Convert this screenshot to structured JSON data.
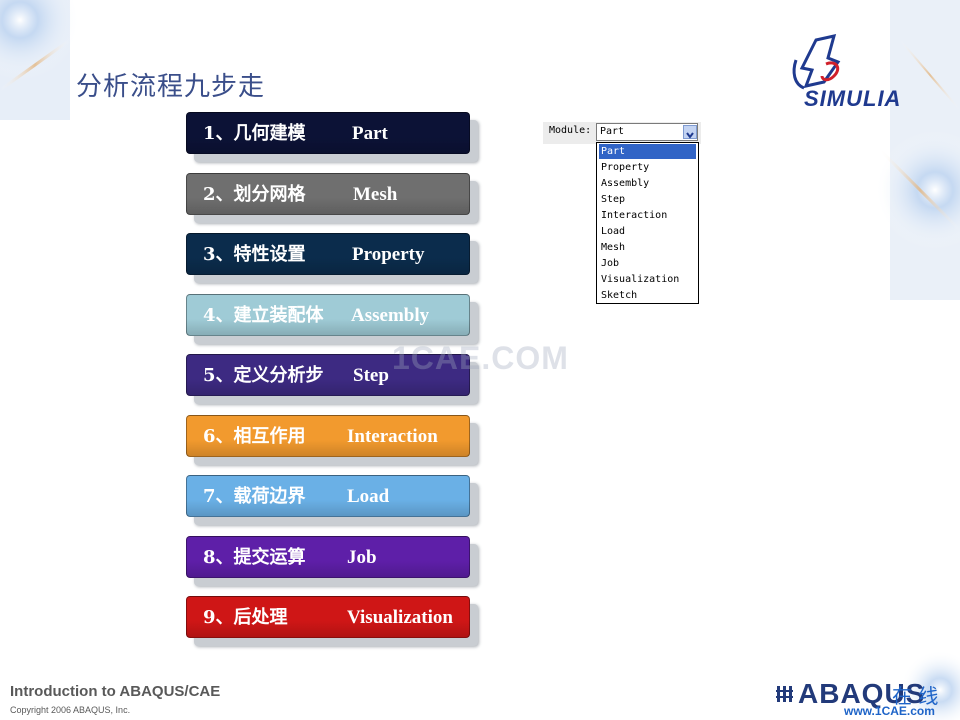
{
  "slide": {
    "title": "分析流程九步走",
    "watermark": "1CAE.COM"
  },
  "brand": {
    "logo_text": "SIMULIA",
    "logo_icon": "3ds-logo-icon"
  },
  "steps": [
    {
      "cn": "1、几何建模",
      "en": "Part",
      "color": "#0c1236"
    },
    {
      "cn": "2、划分网格",
      "en": "Mesh",
      "color": "#6f6f6f"
    },
    {
      "cn": "3、特性设置",
      "en": "Property",
      "color": "#0b2c4c"
    },
    {
      "cn": "4、建立装配体",
      "en": "Assembly",
      "color": "#9fcbd6"
    },
    {
      "cn": "5、定义分析步",
      "en": "Step",
      "color": "#3d2a82"
    },
    {
      "cn": "6、相互作用",
      "en": "Interaction",
      "color": "#f29a2e"
    },
    {
      "cn": "7、载荷边界",
      "en": "Load",
      "color": "#6ab0e6"
    },
    {
      "cn": "8、提交运算",
      "en": "Job",
      "color": "#5e1fa8"
    },
    {
      "cn": "9、后处理",
      "en": "Visualization",
      "color": "#cf1616"
    }
  ],
  "module_selector": {
    "label": "Module:",
    "value": "Part",
    "options": [
      "Part",
      "Property",
      "Assembly",
      "Step",
      "Interaction",
      "Load",
      "Mesh",
      "Job",
      "Visualization",
      "Sketch"
    ],
    "selected": "Part"
  },
  "footer": {
    "title": "Introduction to ABAQUS/CAE",
    "copyright": "Copyright 2006 ABAQUS, Inc.",
    "brand": "ABAQUS",
    "site_cn": "在 线",
    "site_url": "www.1CAE.com"
  }
}
